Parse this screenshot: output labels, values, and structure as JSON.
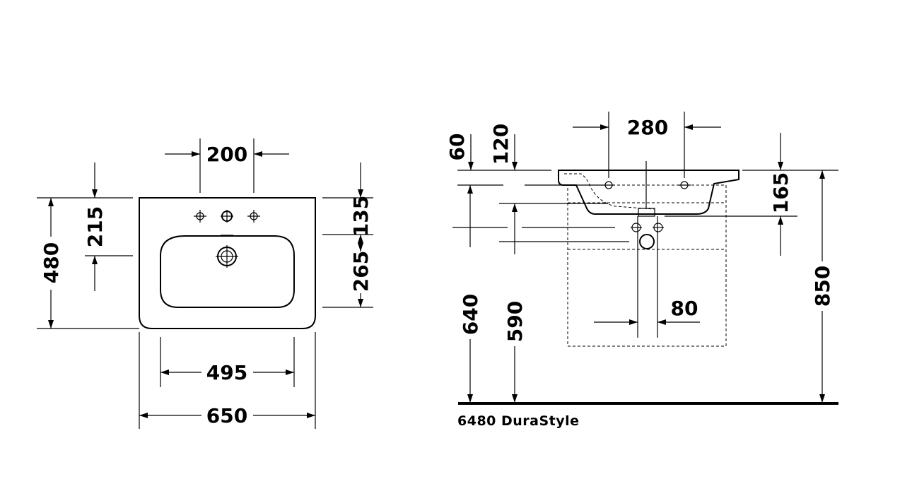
{
  "top_view": {
    "dims": {
      "tap_spacing": "200",
      "tap_hole_from_back": "215",
      "depth": "480",
      "back_to_waste": "135",
      "waste_to_front": "265",
      "inner_width": "495",
      "overall_width": "650"
    }
  },
  "side_view": {
    "dims": {
      "back_rim": "60",
      "tap_depth": "120",
      "bowl_spacing": "280",
      "bowl_height": "165",
      "rim_height": "850",
      "trap_height_1": "640",
      "trap_height_2": "590",
      "waste_offset": "80"
    }
  },
  "caption": "6480 DuraStyle"
}
